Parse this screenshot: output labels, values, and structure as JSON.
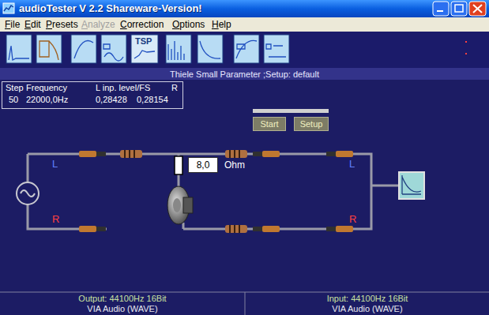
{
  "diagram": {
    "title": "audioTester V 2.2 Shareware-Version!",
    "nodes": [
      {
        "text": [
          "Thiele Small Parameter ;Setup: default"
        ]
      },
      {
        "text": [
          "Step",
          "Frequency",
          "L inp. level/FS",
          "R",
          "50",
          "22000,0Hz",
          "0,28428",
          "0,28154"
        ]
      },
      {
        "text": [
          "Start"
        ]
      },
      {
        "text": [
          "Setup"
        ]
      },
      {
        "text": [
          "8,0"
        ]
      },
      {
        "text": [
          "Output: 44100Hz 16Bit",
          "VIA Audio (WAVE)"
        ]
      },
      {
        "text": [
          "Input: 44100Hz 16Bit",
          "VIA Audio (WAVE)"
        ]
      }
    ],
    "labels": [
      "File",
      "Edit",
      "Presets",
      "Analyze",
      "Correction",
      "Options",
      "Help",
      "TSP",
      "L",
      "R",
      "Ohm",
      "L",
      "R"
    ]
  }
}
